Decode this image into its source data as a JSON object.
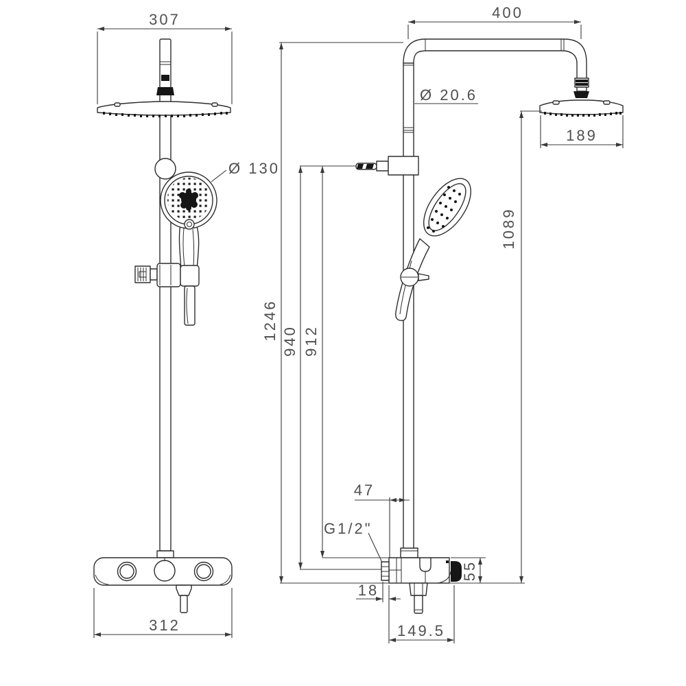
{
  "drawing": {
    "type": "technical-dimension-drawing",
    "subject": "thermostatic shower column with overhead rain shower, hand shower and deck valve",
    "views": [
      "front-view",
      "side-view"
    ],
    "units": "mm"
  },
  "dimensions": {
    "head_width_front": "307",
    "handshower_diameter": "Ø 130",
    "base_width_front": "312",
    "arm_reach": "400",
    "pipe_diameter": "Ø 20.6",
    "head_diameter_side": "189",
    "overall_height": "1246",
    "height_to_inlet": "940",
    "height_to_valve_top": "912",
    "head_to_base_height": "1089",
    "wall_to_pipe_offset": "47",
    "inlet_thread": "G1/2\"",
    "inlet_offset": "18",
    "valve_body_height": "55",
    "valve_assembly_depth": "149.5"
  },
  "colors": {
    "background": "#ffffff",
    "line": "#2d2d2d",
    "dimension_line": "#3a3a3a",
    "text": "#4f4f4f",
    "solid_fill": "#161616"
  }
}
